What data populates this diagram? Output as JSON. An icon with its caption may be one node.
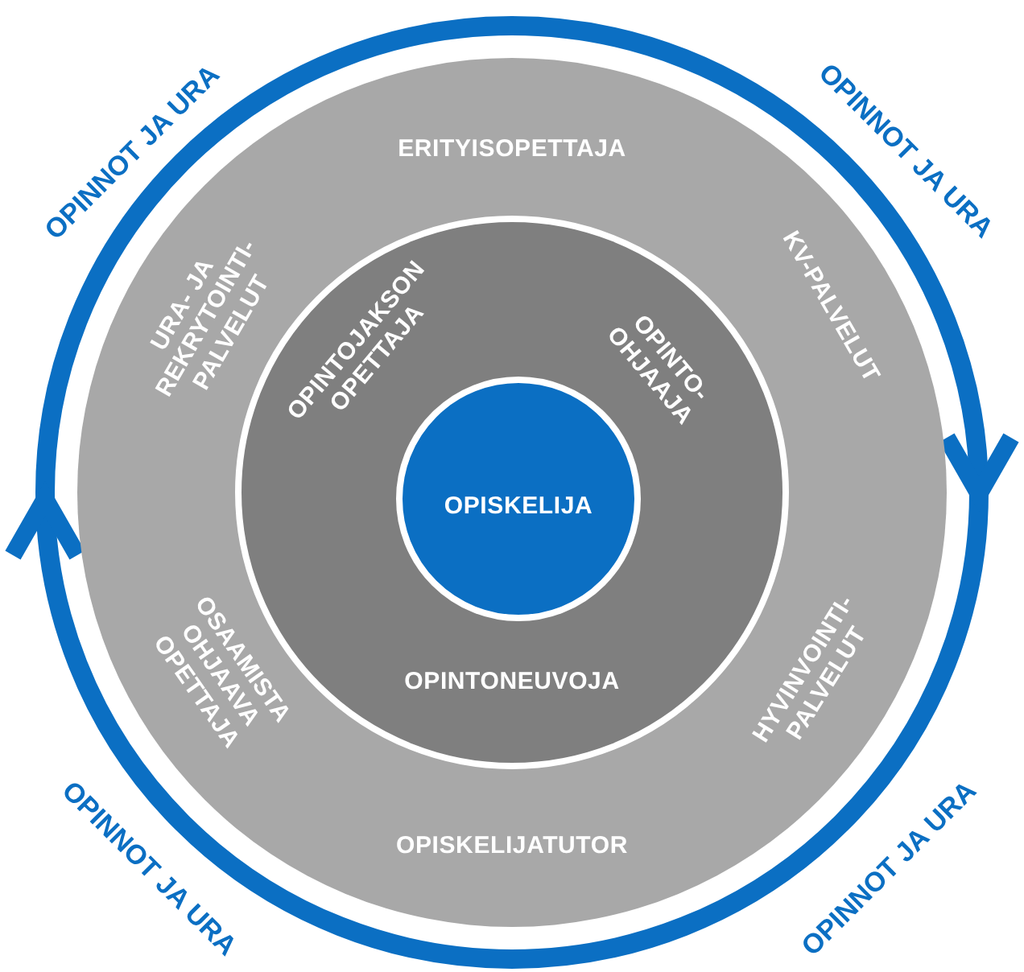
{
  "diagram": {
    "nodes": [
      {
        "text": [
          "ERITYISOPETTAJA",
          "URA- JA REKRYTOINTI-PALVELUT",
          "KV-PALVELUT",
          "OSAAMISTA OHJAAVA OPETTAJA",
          "HYVINVOINTI-PALVELUT",
          "OPISKELIJATUTOR"
        ]
      },
      {
        "text": [
          "OPINTOJAKSON OPETTAJA",
          "OPINTO-OHJAAJA",
          "OPINTONEUVOJA"
        ],
        "in": 0
      },
      {
        "text": [
          "OPISKELIJA"
        ],
        "in": 1
      }
    ],
    "labels": [
      "OPINNOT JA URA",
      "OPINNOT JA URA",
      "OPINNOT JA URA",
      "OPINNOT JA URA"
    ]
  }
}
